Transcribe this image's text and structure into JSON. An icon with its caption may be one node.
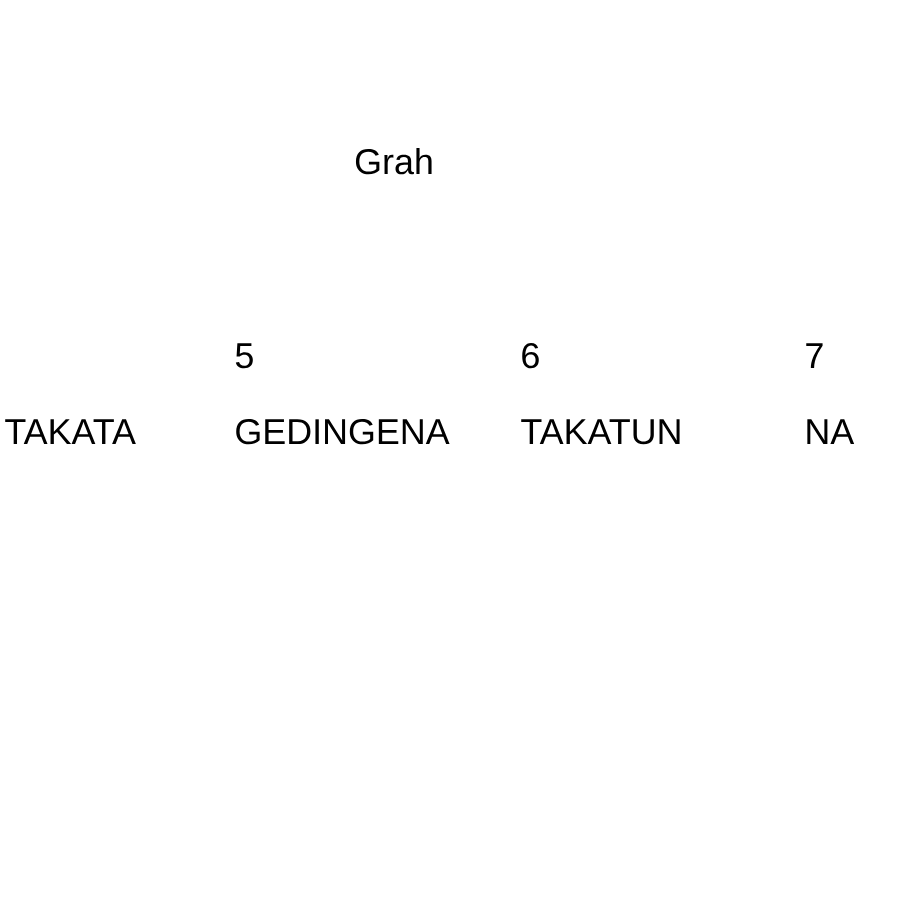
{
  "diagram": {
    "title": "Grah",
    "labels": [
      "5",
      "6",
      "7",
      "TAKATA",
      "GEDINGENA",
      "TAKATUN",
      "NA"
    ]
  }
}
